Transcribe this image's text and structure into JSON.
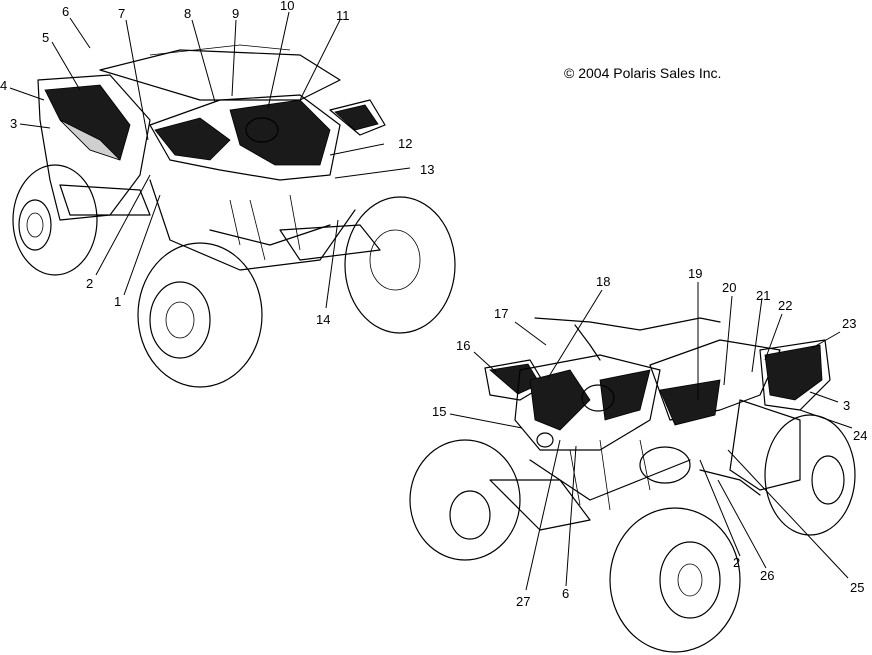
{
  "copyright": "© 2004 Polaris Sales Inc.",
  "callouts_left": [
    "6",
    "7",
    "8",
    "9",
    "10",
    "11",
    "5",
    "4",
    "3",
    "12",
    "13",
    "2",
    "1",
    "14"
  ],
  "callouts_right": [
    "18",
    "19",
    "20",
    "21",
    "22",
    "23",
    "17",
    "16",
    "3",
    "24",
    "15",
    "2",
    "26",
    "25",
    "27",
    "6"
  ]
}
